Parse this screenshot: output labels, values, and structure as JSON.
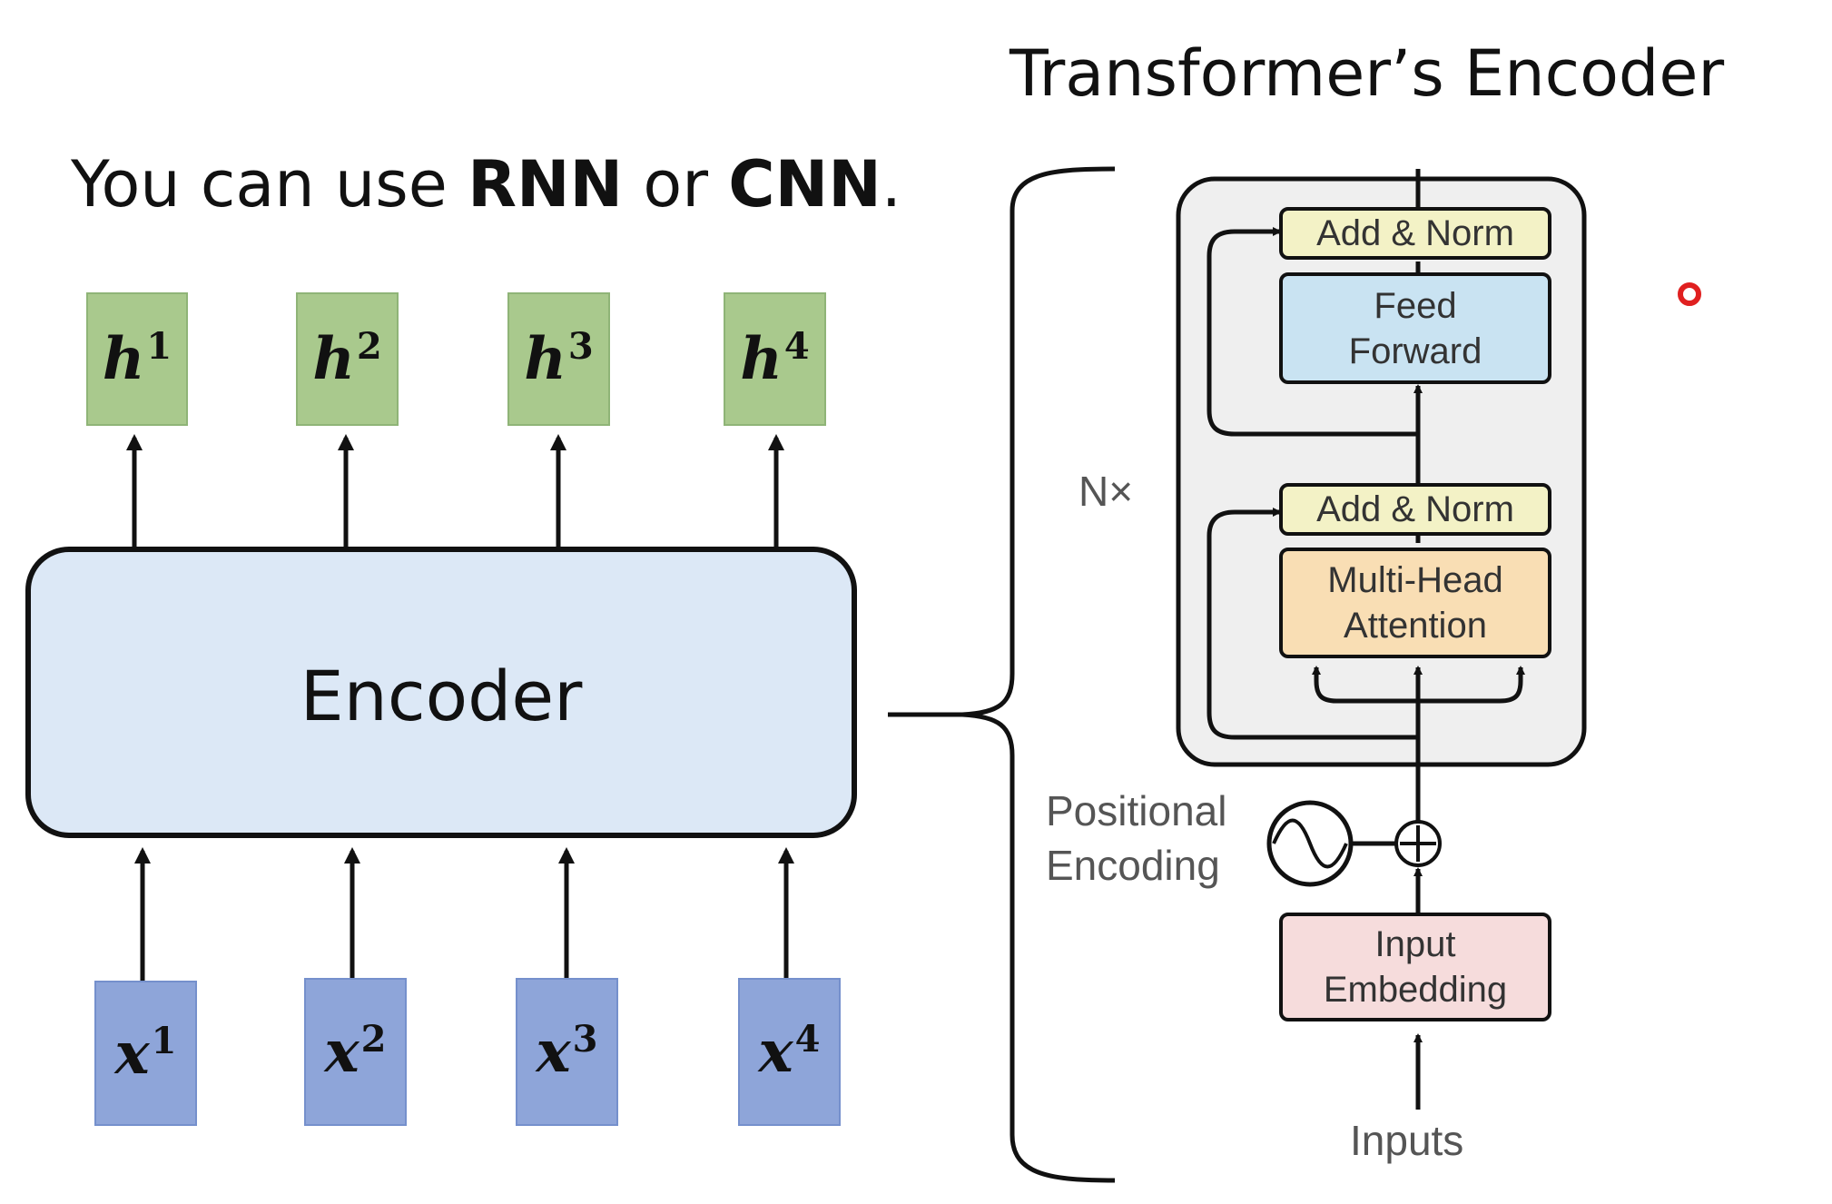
{
  "heading": {
    "prefix": "You can use ",
    "rnn": "RNN",
    "middle": " or ",
    "cnn": "CNN",
    "suffix": "."
  },
  "transformer_title": "Transformer’s Encoder",
  "encoder_label": "Encoder",
  "outputs": [
    {
      "base": "h",
      "sup": "1"
    },
    {
      "base": "h",
      "sup": "2"
    },
    {
      "base": "h",
      "sup": "3"
    },
    {
      "base": "h",
      "sup": "4"
    }
  ],
  "inputs": [
    {
      "base": "x",
      "sup": "1"
    },
    {
      "base": "x",
      "sup": "2"
    },
    {
      "base": "x",
      "sup": "3"
    },
    {
      "base": "x",
      "sup": "4"
    }
  ],
  "transformer": {
    "add_norm_top": "Add & Norm",
    "feed_forward": "Feed Forward",
    "add_norm_bottom": "Add & Norm",
    "multi_head": "Multi-Head Attention",
    "nx": "N×",
    "positional_line1": "Positional",
    "positional_line2": "Encoding",
    "plus": "⊕",
    "input_embedding": "Input Embedding",
    "inputs_label": "Inputs"
  },
  "colors": {
    "h_fill": "#a9c98d",
    "x_fill": "#8ea5d9",
    "encoder_fill": "#dce8f6",
    "add_norm_fill": "#f3f2c6",
    "feed_forward_fill": "#c9e3f2",
    "multi_head_fill": "#f9deb4",
    "embedding_fill": "#f6dcdc",
    "block_fill": "#efefef",
    "pointer": "#e02020"
  }
}
